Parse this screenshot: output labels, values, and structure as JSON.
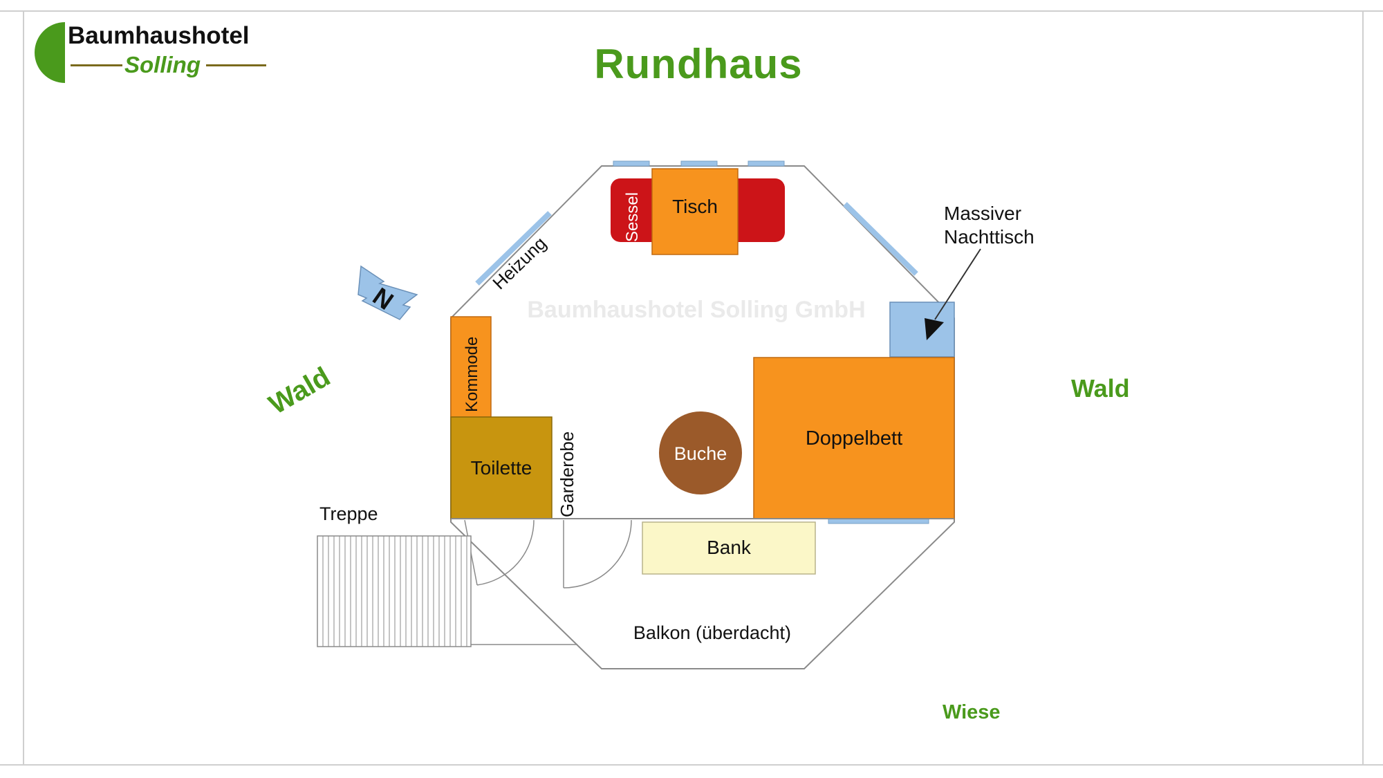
{
  "logo": {
    "name": "Baumhaushotel",
    "sub": "Solling"
  },
  "title": "Rundhaus",
  "watermark": "Baumhaushotel Solling GmbH",
  "compass": {
    "letter": "N"
  },
  "surroundings": {
    "wald_left": "Wald",
    "wald_right": "Wald",
    "wiese": "Wiese"
  },
  "rooms": {
    "sessel": "Sessel",
    "tisch": "Tisch",
    "heizung": "Heizung",
    "nachttisch_line1": "Massiver",
    "nachttisch_line2": "Nachttisch",
    "kommode": "Kommode",
    "toilette": "Toilette",
    "garderobe": "Garderobe",
    "buche": "Buche",
    "doppelbett": "Doppelbett",
    "bank": "Bank",
    "treppe": "Treppe",
    "balkon": "Balkon (überdacht)"
  },
  "colors": {
    "brand_green": "#4a9a1c",
    "sessel": "#cc1418",
    "furniture_orange": "#f7931e",
    "toilette": "#c8950f",
    "buche": "#9b5a2a",
    "bank": "#fbf7c8",
    "window_blue": "#9cc3e8",
    "compass_blue": "#9cc3e8"
  }
}
